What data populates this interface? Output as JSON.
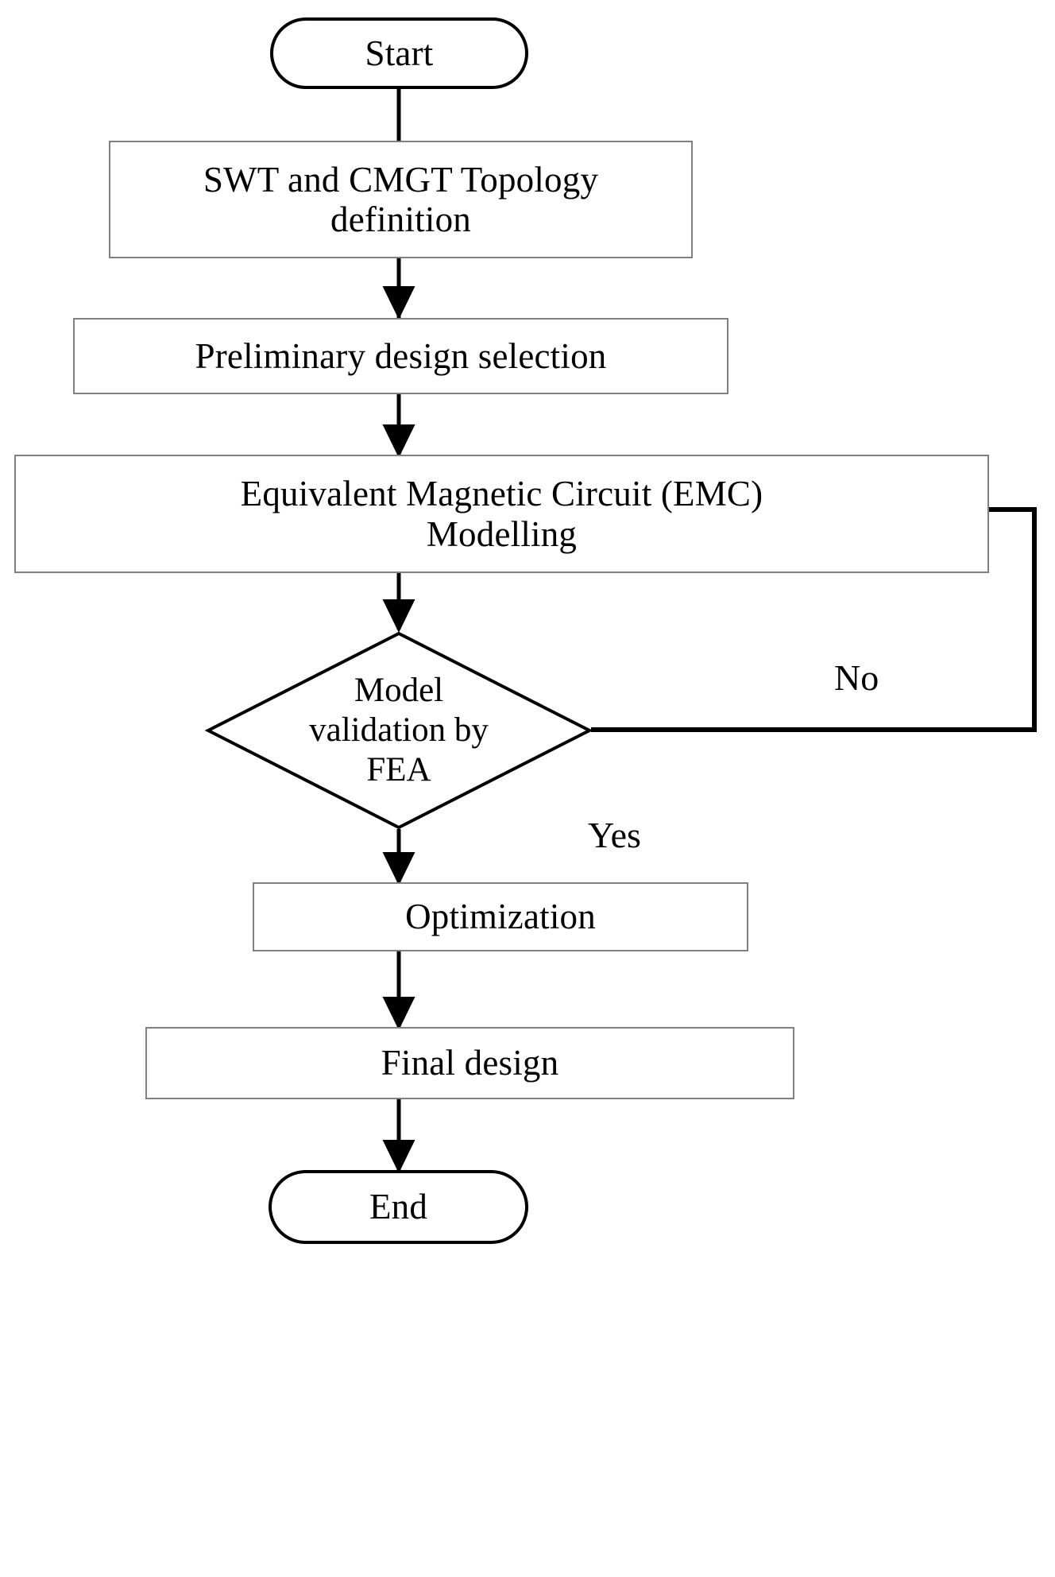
{
  "diagram": {
    "title": "Design methodology flowchart",
    "type": "flowchart",
    "orientation": "top-to-bottom",
    "colors": {
      "process_border": "#808080",
      "terminator_border": "#000000",
      "connector": "#000000",
      "text": "#000000",
      "background": "#ffffff"
    },
    "nodes": [
      {
        "id": "start",
        "shape": "terminator",
        "label": "Start"
      },
      {
        "id": "topology",
        "shape": "process",
        "label": "SWT and CMGT Topology definition"
      },
      {
        "id": "preliminary",
        "shape": "process",
        "label": "Preliminary design selection"
      },
      {
        "id": "emc",
        "shape": "process",
        "label": "Equivalent Magnetic Circuit (EMC) Modelling"
      },
      {
        "id": "validation",
        "shape": "decision",
        "label": "Model validation by FEA"
      },
      {
        "id": "optimization",
        "shape": "process",
        "label": "Optimization"
      },
      {
        "id": "final",
        "shape": "process",
        "label": "Final design"
      },
      {
        "id": "end",
        "shape": "terminator",
        "label": "End"
      }
    ],
    "edges": [
      {
        "from": "start",
        "to": "topology",
        "label": ""
      },
      {
        "from": "topology",
        "to": "preliminary",
        "label": ""
      },
      {
        "from": "preliminary",
        "to": "emc",
        "label": ""
      },
      {
        "from": "emc",
        "to": "validation",
        "label": ""
      },
      {
        "from": "validation",
        "to": "emc",
        "label": "No"
      },
      {
        "from": "validation",
        "to": "optimization",
        "label": "Yes"
      },
      {
        "from": "optimization",
        "to": "final",
        "label": ""
      },
      {
        "from": "final",
        "to": "end",
        "label": ""
      }
    ],
    "edge_labels": {
      "no": "No",
      "yes": "Yes"
    },
    "node_text": {
      "start": "Start",
      "topology_line1": "SWT and CMGT Topology",
      "topology_line2": "definition",
      "preliminary": "Preliminary design selection",
      "emc_line1": "Equivalent Magnetic Circuit (EMC)",
      "emc_line2": "Modelling",
      "validation_line1": "Model",
      "validation_line2": "validation by",
      "validation_line3": "FEA",
      "optimization": "Optimization",
      "final": "Final design",
      "end": "End"
    }
  }
}
